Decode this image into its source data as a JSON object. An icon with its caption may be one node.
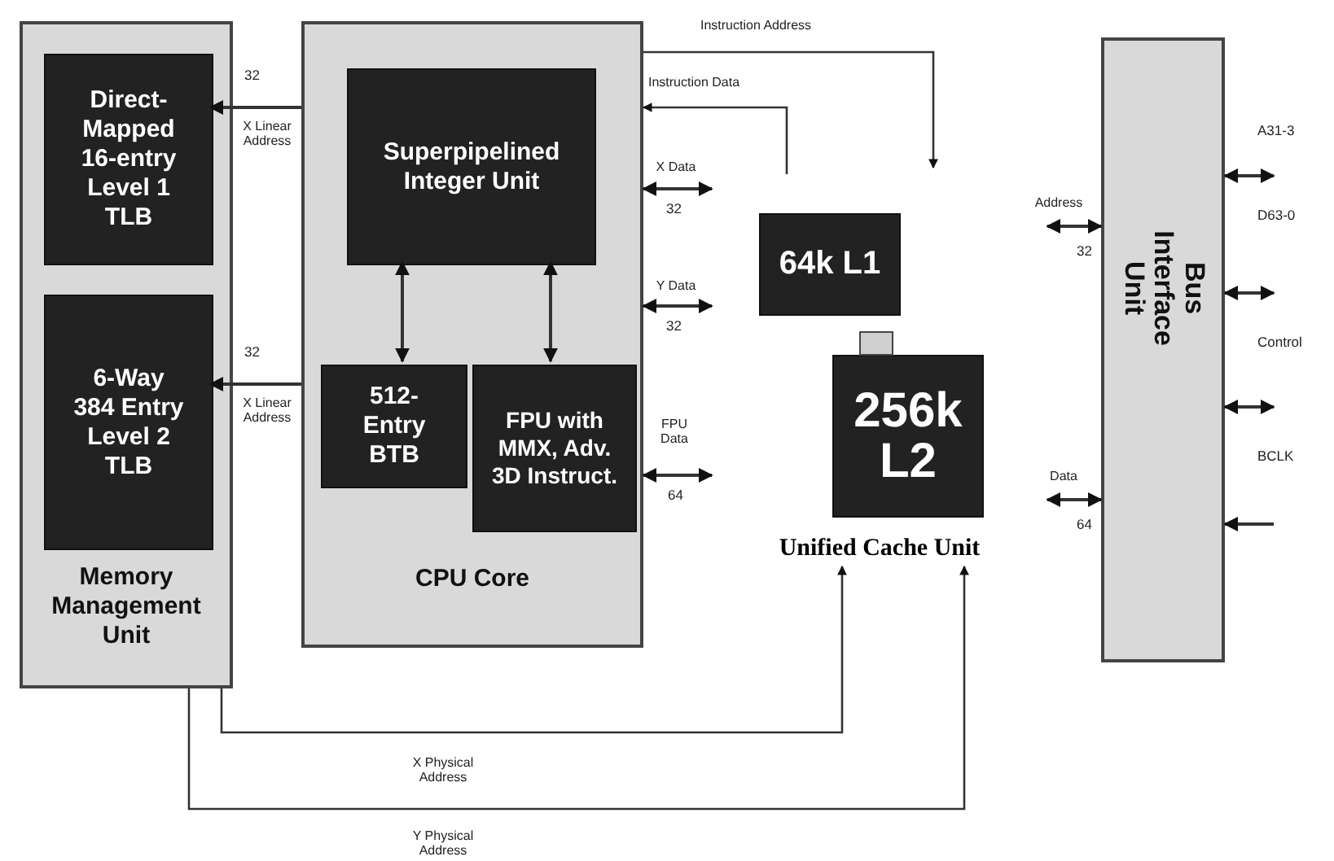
{
  "diagram": {
    "nodes": [
      {
        "text": [
          "Memory Management Unit"
        ]
      },
      {
        "text": [
          "Direct-Mapped 16-entry Level 1 TLB"
        ],
        "in": 0
      },
      {
        "text": [
          "6-Way 384 Entry Level 2 TLB"
        ],
        "in": 0
      },
      {
        "text": [
          "CPU Core"
        ]
      },
      {
        "text": [
          "Superpipelined Integer Unit"
        ],
        "in": 3
      },
      {
        "text": [
          "512-Entry BTB"
        ],
        "in": 3
      },
      {
        "text": [
          "FPU with MMX, Adv. 3D Instruct."
        ],
        "in": 3
      },
      {
        "text": [
          "64k L1"
        ]
      },
      {
        "text": [
          "256k L2"
        ]
      },
      {
        "text": [
          "Unified Cache Unit"
        ]
      },
      {
        "text": [
          "Bus Interface Unit"
        ]
      }
    ],
    "edges": [
      {
        "from": 3,
        "to": 1,
        "arrow": "to",
        "label": "X Linear Address"
      },
      {
        "from": 3,
        "to": 2,
        "arrow": "to",
        "label": "X Linear Address"
      },
      {
        "from": 4,
        "to": 5,
        "arrow": "both"
      },
      {
        "from": 4,
        "to": 6,
        "arrow": "both"
      },
      {
        "from": 3,
        "to": null,
        "arrow": "to",
        "label": "Instruction Address"
      },
      {
        "from": null,
        "to": 3,
        "arrow": "to",
        "label": "Instruction Data"
      },
      {
        "from": null,
        "to": 3,
        "arrow": "both",
        "label": "X Data"
      },
      {
        "from": null,
        "to": 3,
        "arrow": "both",
        "label": "Y Data"
      },
      {
        "from": null,
        "to": 3,
        "arrow": "both",
        "label": "FPU Data"
      },
      {
        "from": 0,
        "to": 9,
        "arrow": "to",
        "label": "X Physical Address"
      },
      {
        "from": 0,
        "to": 9,
        "arrow": "to",
        "label": "Y Physical Address"
      },
      {
        "from": null,
        "to": 10,
        "arrow": "both",
        "label": "Address"
      },
      {
        "from": null,
        "to": 10,
        "arrow": "both",
        "label": "Data"
      },
      {
        "from": 10,
        "to": null,
        "arrow": "both"
      },
      {
        "from": 10,
        "to": null,
        "arrow": "both"
      },
      {
        "from": 10,
        "to": null,
        "arrow": "both"
      },
      {
        "from": null,
        "to": 10,
        "arrow": "to"
      }
    ],
    "labels": [
      "32",
      "32",
      "32",
      "32",
      "64",
      "32",
      "64",
      "A31-3",
      "D63-0",
      "Control",
      "BCLK"
    ]
  }
}
